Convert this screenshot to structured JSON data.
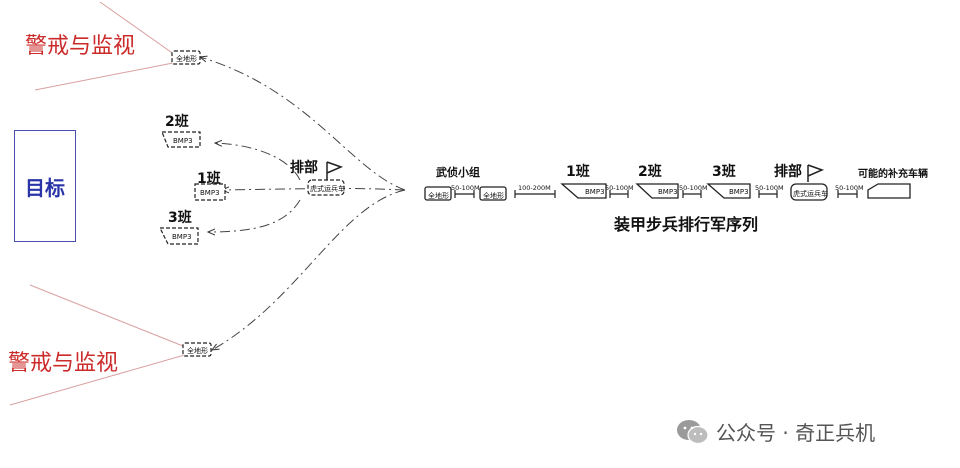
{
  "left": {
    "alert_top": "警戒与监视",
    "alert_bottom": "警戒与监视",
    "target": "目标",
    "squad2": "2班",
    "squad1": "1班",
    "squad3": "3班",
    "platoon_hq": "排部",
    "bmp_label": "BMP3",
    "recon_vehicle_label": "全地形",
    "command_vehicle_label": "虎式运兵车"
  },
  "column": {
    "recon_group": "武侦小组",
    "squad1": "1班",
    "squad2": "2班",
    "squad3": "3班",
    "platoon_hq": "排部",
    "supply": "可能的补充车辆",
    "gap_a": "50-100M",
    "gap_b": "100-200M",
    "gap_c": "50-100M",
    "gap_d": "50-100M",
    "gap_e": "50-100M",
    "gap_f": "50-100M",
    "bmp_label": "BMP3",
    "recon_vehicle_label": "全地形",
    "command_vehicle_label": "虎式运兵车",
    "caption": "装甲步兵排行军序列"
  },
  "watermark": {
    "icon": "wechat-icon",
    "text": "公众号 · 奇正兵机"
  }
}
